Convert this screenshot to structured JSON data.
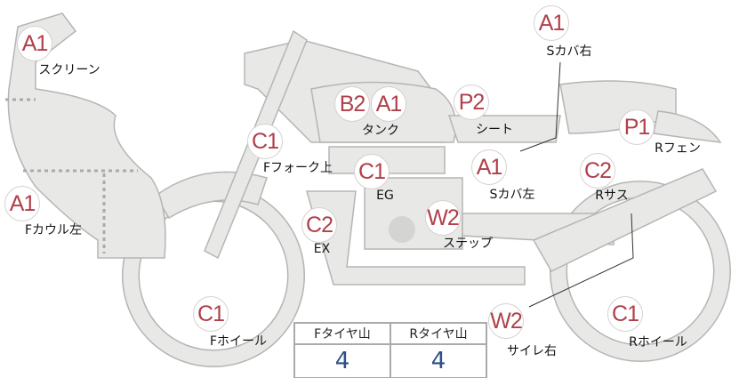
{
  "parts": [
    {
      "grade": "A1",
      "label": "スクリーン"
    },
    {
      "grade": "A1",
      "label": "Fカウル左"
    },
    {
      "grade": "C1",
      "label": "Fフォーク上"
    },
    {
      "grade": "B2",
      "label": ""
    },
    {
      "grade": "A1",
      "label": "タンク"
    },
    {
      "grade": "P2",
      "label": "シート"
    },
    {
      "grade": "A1",
      "label": "Sカバ右"
    },
    {
      "grade": "P1",
      "label": "Rフェン"
    },
    {
      "grade": "C2",
      "label": "Rサス"
    },
    {
      "grade": "A1",
      "label": "Sカバ左"
    },
    {
      "grade": "C1",
      "label": "EG"
    },
    {
      "grade": "C2",
      "label": "EX"
    },
    {
      "grade": "W2",
      "label": "ステップ"
    },
    {
      "grade": "W2",
      "label": "サイレ右"
    },
    {
      "grade": "C1",
      "label": "Rホイール"
    },
    {
      "grade": "C1",
      "label": "Fホイール"
    }
  ],
  "tire_table": {
    "headers": [
      "Fタイヤ山",
      "Rタイヤ山"
    ],
    "values": [
      "4",
      "4"
    ]
  }
}
